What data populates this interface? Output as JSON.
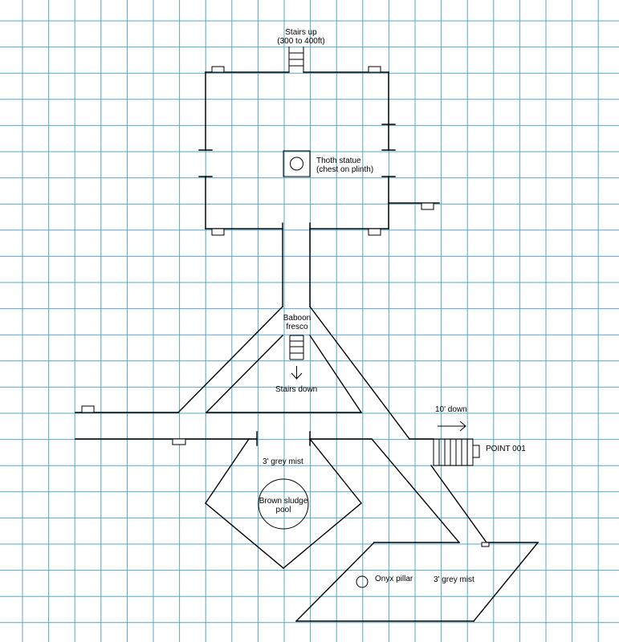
{
  "labels": {
    "stairs_up": "Stairs up\n(300 to 400ft)",
    "thoth_statue": "Thoth statue\n(chest on plinth)",
    "baboon_fresco": "Baboon\nfresco",
    "stairs_down": "Stairs down",
    "ten_down": "10' down",
    "point_001": "POINT 001",
    "grey_mist_upper": "3' grey mist",
    "sludge_pool": "Brown sludge\npool",
    "onyx_pillar": "Onyx pillar",
    "grey_mist_lower": "3' grey mist"
  },
  "colors": {
    "grid": "#54a7c9",
    "walls": "#000000",
    "background": "#ffffff"
  },
  "icons": {
    "stairs": "stairs-icon",
    "arrow_down": "arrow-down-icon",
    "arrow_right": "arrow-right-icon",
    "pillar": "pillar-circle-icon"
  }
}
